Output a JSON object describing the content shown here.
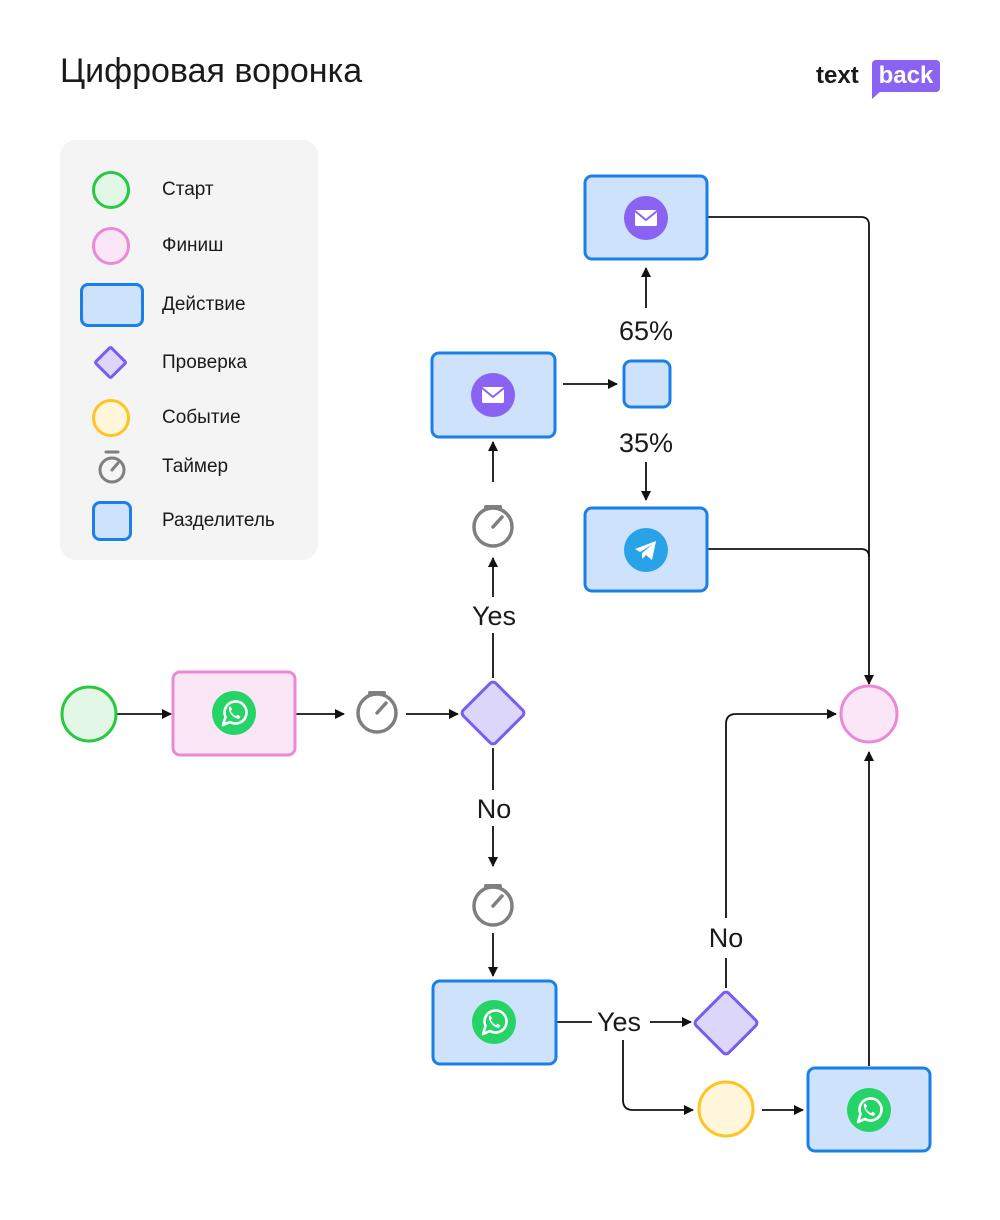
{
  "header": {
    "title": "Цифровая воронка"
  },
  "logo": {
    "text": "text",
    "accent": "back",
    "accent_color": "#8a63f2"
  },
  "legend": {
    "items": [
      {
        "label": "Старт",
        "shape": "start-circle"
      },
      {
        "label": "Финиш",
        "shape": "finish-circle"
      },
      {
        "label": "Действие",
        "shape": "action-box"
      },
      {
        "label": "Проверка",
        "shape": "check-diamond"
      },
      {
        "label": "Событие",
        "shape": "event-circle"
      },
      {
        "label": "Таймер",
        "shape": "timer-icon"
      },
      {
        "label": "Разделитель",
        "shape": "splitter-box"
      }
    ]
  },
  "flow": {
    "labels": {
      "yes_upper": "Yes",
      "no_middle": "No",
      "yes_lower": "Yes",
      "no_lower": "No",
      "split_top": "65%",
      "split_bottom": "35%"
    },
    "icons": {
      "whatsapp": "whatsapp-icon",
      "email": "email-icon",
      "telegram": "telegram-icon",
      "timer": "timer-icon"
    }
  },
  "colors": {
    "action_fill": "#cfe2fb",
    "action_stroke": "#1b7fe8",
    "start_fill": "#e2f7e6",
    "start_stroke": "#28c840",
    "finish_fill": "#fbe6f6",
    "finish_stroke": "#ea8ad6",
    "check_fill": "#dcd6fb",
    "check_stroke": "#7a5df0",
    "event_fill": "#fff6db",
    "event_stroke": "#fdc423",
    "timer": "#7f7f7f",
    "whatsapp": "#25d366",
    "email": "#8a63f2",
    "telegram": "#29a3e8"
  }
}
